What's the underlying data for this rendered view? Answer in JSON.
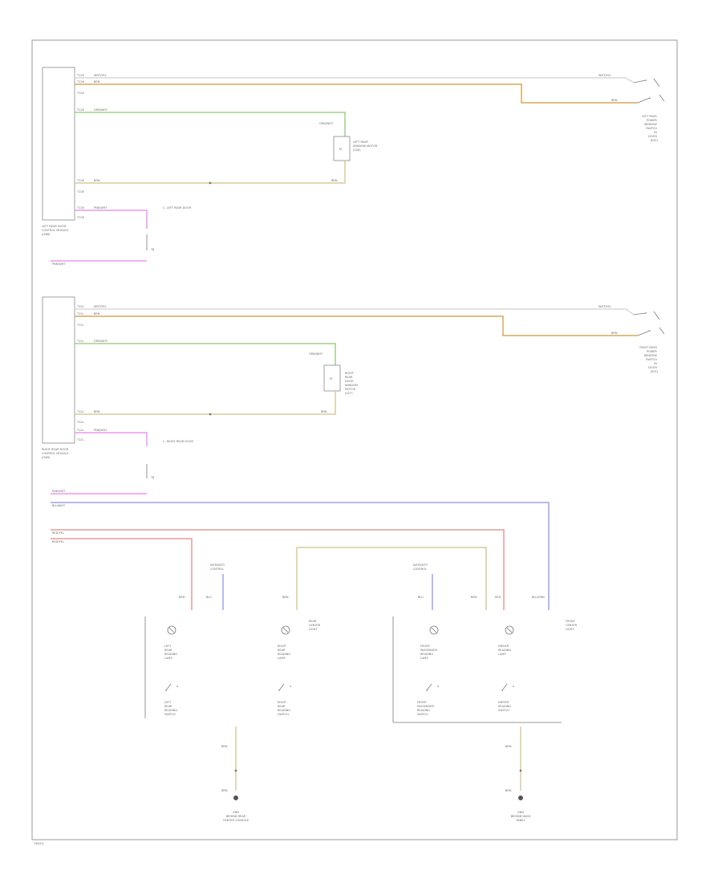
{
  "colors": {
    "wht_yel": "#d8d8d8",
    "brn": "#d6a85a",
    "grn_wht": "#9ed08a",
    "pink": "#ec98ec",
    "blue": "#9aa4ee",
    "red": "#e89a9a",
    "tan": "#d8cc9a",
    "blu_grn": "#8cc8d8"
  },
  "labels": {
    "ecu_top_pin1": "T12K",
    "ecu_top_w1": "WHT/YEL",
    "ecu_top_pin2": "T12K",
    "ecu_top_w2": "BRN",
    "ecu_top_pin3": "T12K",
    "ecu_top_w3": "GRN/WHT",
    "ecu_top_pin4": "T12K",
    "ecu_top_w4": "BRN",
    "ecu_top_pin5": "T12K",
    "ecu_top_w5": "PNK/WHT",
    "top_ecu_name": [
      "LEFT REAR DOOR",
      "CONTROL MODULE",
      "(J388)"
    ],
    "top_right_w1": "WHT/YEL",
    "top_right_w2": "BRN",
    "top_switch_name": [
      "LEFT REAR",
      "POWER",
      "WINDOW",
      "SWITCH",
      "IN",
      "DOOR",
      "(E52)"
    ],
    "top_motor_w": "GRN/WHT",
    "top_motor_name": [
      "LEFT REAR",
      "WINDOW MOTOR",
      "(V26)"
    ],
    "top_brn_small": "BRN",
    "top_conn_note": "C, LEFT REAR DOOR",
    "top_t8": "T8",
    "top_pink_bot": "PNK/WHT",
    "ecu_bot_pin1": "T12L",
    "ecu_bot_w1": "WHT/YEL",
    "ecu_bot_pin2": "T12L",
    "ecu_bot_w2": "BRN",
    "ecu_bot_pin3": "T12L",
    "ecu_bot_w3": "GRN/WHT",
    "ecu_bot_pin4": "T12L",
    "ecu_bot_w4": "BRN",
    "ecu_bot_pin5": "T12L",
    "ecu_bot_w5": "PNK/WHT",
    "bot_ecu_name": [
      "RIGHT REAR DOOR",
      "CONTROL MODULE",
      "(J389)"
    ],
    "bot_right_w1": "WHT/YEL",
    "bot_right_w2": "BRN",
    "bot_switch_name": [
      "RIGHT REAR",
      "POWER",
      "WINDOW",
      "SWITCH",
      "IN",
      "DOOR",
      "(E54)"
    ],
    "bot_motor_w": "GRN/WHT",
    "bot_motor_name": [
      "RIGHT",
      "REAR",
      "DOOR",
      "WINDOW",
      "MOTOR",
      "(V27)"
    ],
    "bot_brn_small": "BRN",
    "bot_conn_note": "C, RIGHT REAR DOOR",
    "bot_t8": "T8",
    "mid_pink": "PNK/WHT",
    "mid_blue": "BLU/WHT",
    "mid_red1": "RED/YEL",
    "mid_red2": "RED/YEL",
    "sw1_w1": "BRN",
    "sw1_w2": "BLU",
    "sw1_lamp": [
      "LEFT",
      "REAR",
      "READING",
      "LAMP"
    ],
    "sw1_sw": [
      "LEFT",
      "REAR",
      "READING",
      "SWITCH"
    ],
    "sw2_w1": "BRN",
    "sw2_lamp": [
      "RIGHT",
      "REAR",
      "READING",
      "LAMP"
    ],
    "sw2_sw": [
      "RIGHT",
      "REAR",
      "READING",
      "SWITCH"
    ],
    "sw2_side": [
      "REAR",
      "CENTER",
      "LIGHT"
    ],
    "sw3_w1": "BLU",
    "sw3_lamp": [
      "FRONT",
      "PASSENGER",
      "READING",
      "LAMP"
    ],
    "sw3_sw": [
      "FRONT",
      "PASSENGER",
      "READING",
      "SWITCH"
    ],
    "sw4_w1": "BRN",
    "sw4_w2": "RED",
    "sw4_lamp": [
      "DRIVER",
      "READING",
      "LAMP"
    ],
    "sw4_sw": [
      "DRIVER",
      "READING",
      "SWITCH"
    ],
    "sw5_w1": "BLU/GRN",
    "sw5_side": [
      "FRONT",
      "CENTER",
      "LIGHT"
    ],
    "intensity1": [
      "INTENSITY",
      "CONTROL"
    ],
    "intensity2": [
      "INTENSITY",
      "CONTROL"
    ],
    "gnd1_w1": "BRN",
    "gnd1_w2": "BRN",
    "gnd1_name": [
      "GND",
      "BEHIND REAR",
      "CENTER CONSOLE"
    ],
    "gnd2_w1": "BRN",
    "gnd2_w2": "BRN",
    "gnd2_name": [
      "GND",
      "BEHIND DASH",
      "PANEL"
    ],
    "footer": "T46/24"
  }
}
